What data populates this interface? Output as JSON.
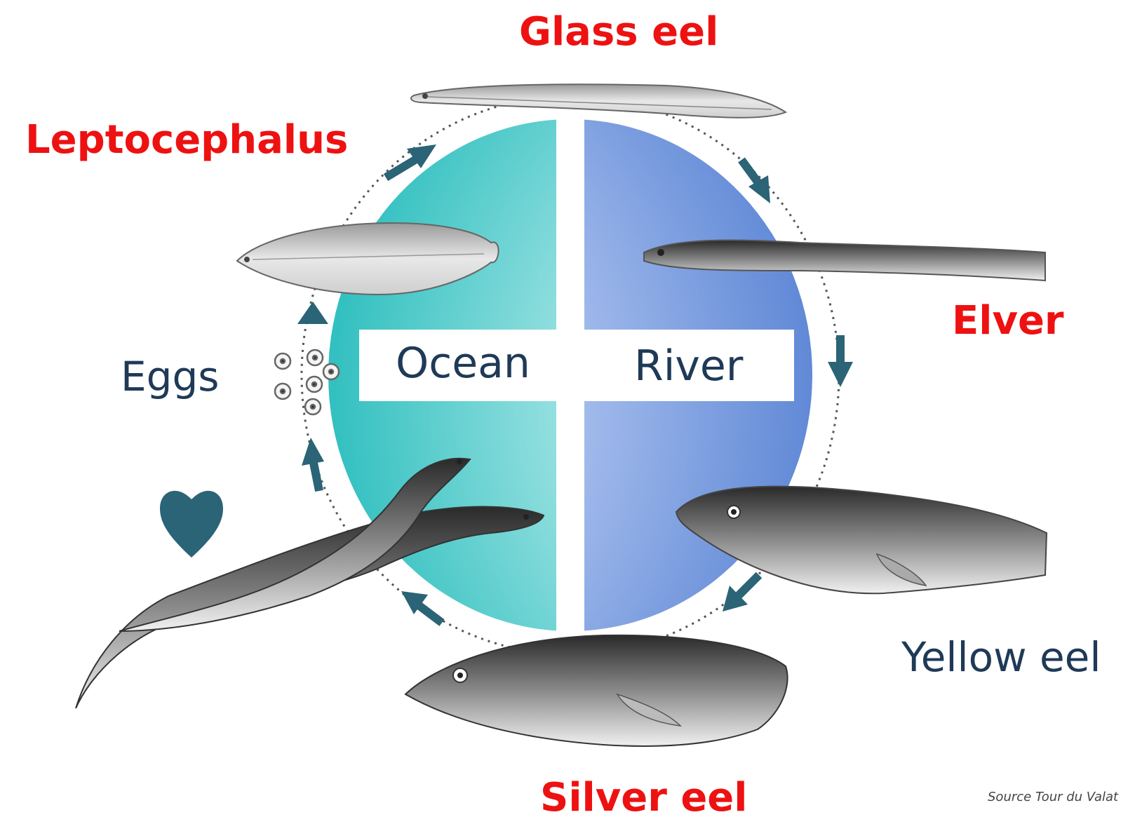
{
  "stages": {
    "glass_eel": "Glass eel",
    "leptocephalus": "Leptocephalus",
    "elver": "Elver",
    "eggs": "Eggs",
    "yellow_eel": "Yellow eel",
    "silver_eel": "Silver eel"
  },
  "zones": {
    "ocean": "Ocean",
    "river": "River"
  },
  "source": "Source Tour du Valat",
  "colors": {
    "stage_red": "#ee1111",
    "label_navy": "#1f3a57",
    "arrow": "#2a6476",
    "ocean": "#2ec1c1",
    "river": "#5e88d6"
  },
  "icons": [
    "heart-icon",
    "cycle-arrow-icon"
  ]
}
